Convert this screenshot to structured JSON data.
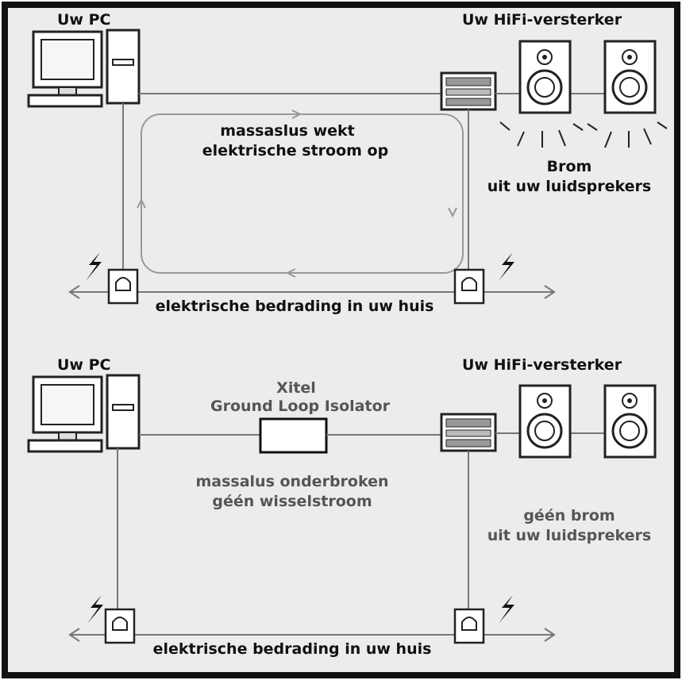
{
  "colors": {
    "border": "#111111",
    "panel": "#ececec",
    "wire": "#777777",
    "loop": "#999999",
    "text_dark": "#111111",
    "text_mid": "#555555"
  },
  "top": {
    "pc_label": "Uw PC",
    "amp_label": "Uw HiFi-versterker",
    "loop_text_1": "massaslus wekt",
    "loop_text_2": "elektrische stroom op",
    "hum_text_1": "Brom",
    "hum_text_2": "uit uw luidsprekers",
    "wiring_label": "elektrische bedrading in uw huis",
    "icons": [
      "computer-icon",
      "amplifier-icon",
      "speaker-icon",
      "lightning-icon",
      "wall-socket-icon"
    ]
  },
  "bottom": {
    "pc_label": "Uw PC",
    "amp_label": "Uw HiFi-versterker",
    "isolator_1": "Xitel",
    "isolator_2": "Ground Loop Isolator",
    "broken_text_1": "massalus onderbroken",
    "broken_text_2": "géén wisselstroom",
    "no_hum_1": "géén brom",
    "no_hum_2": "uit uw luidsprekers",
    "wiring_label": "elektrische bedrading in uw huis",
    "icons": [
      "computer-icon",
      "isolator-icon",
      "amplifier-icon",
      "speaker-icon",
      "lightning-icon",
      "wall-socket-icon"
    ]
  }
}
